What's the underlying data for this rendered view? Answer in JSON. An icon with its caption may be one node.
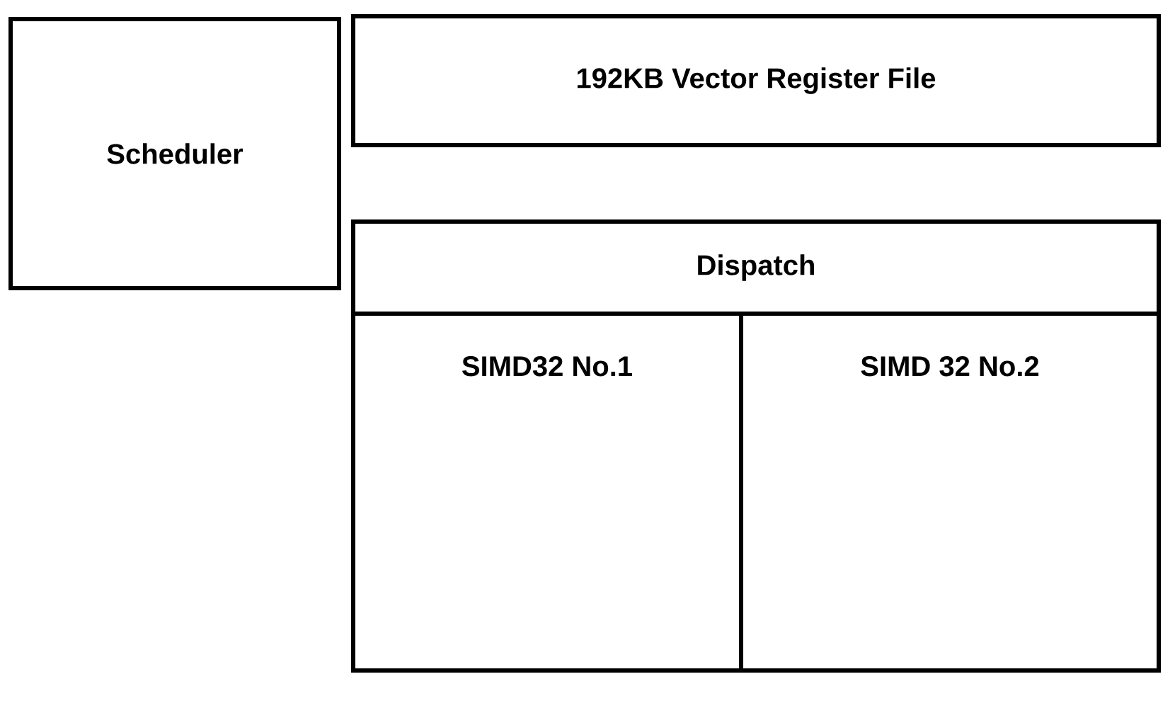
{
  "diagram": {
    "nodes": [
      {
        "text": [
          "Scheduler"
        ]
      },
      {
        "text": [
          "192KB Vector Register File"
        ]
      },
      {
        "text": [
          "Dispatch"
        ]
      },
      {
        "text": [
          "SIMD32 No.1"
        ]
      },
      {
        "text": [
          "SIMD 32 No.2"
        ]
      }
    ]
  }
}
